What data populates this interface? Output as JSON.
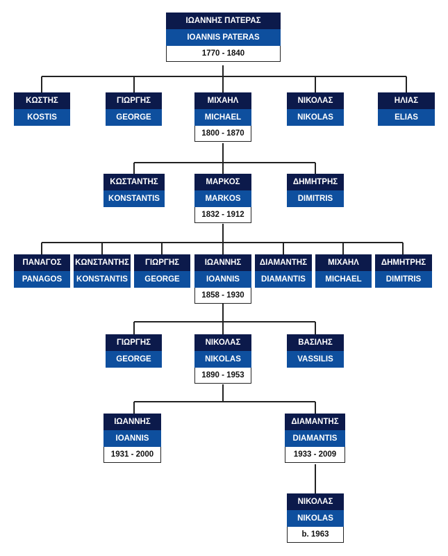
{
  "tree": {
    "root": {
      "greek": "ΙΩΑΝΝΗΣ ΠΑΤΕΡΑΣ",
      "english": "IOANNIS PATERAS",
      "dates": "1770 - 1840"
    },
    "gen1": [
      {
        "greek": "ΚΩΣΤΗΣ",
        "english": "KOSTIS"
      },
      {
        "greek": "ΓΙΩΡΓΗΣ",
        "english": "GEORGE"
      },
      {
        "greek": "ΜΙΧΑΗΛ",
        "english": "MICHAEL",
        "dates": "1800 - 1870"
      },
      {
        "greek": "ΝΙΚΟΛΑΣ",
        "english": "NIKOLAS"
      },
      {
        "greek": "ΗΛΙΑΣ",
        "english": "ELIAS"
      }
    ],
    "gen2": [
      {
        "greek": "ΚΩΣΤΑΝΤΗΣ",
        "english": "KONSTANTIS"
      },
      {
        "greek": "ΜΑΡΚΟΣ",
        "english": "MARKOS",
        "dates": "1832 - 1912"
      },
      {
        "greek": "ΔΗΜΗΤΡΗΣ",
        "english": "DIMITRIS"
      }
    ],
    "gen3": [
      {
        "greek": "ΠΑΝΑΓΟΣ",
        "english": "PANAGOS"
      },
      {
        "greek": "ΚΩΝΣΤΑΝΤΗΣ",
        "english": "KONSTANTIS"
      },
      {
        "greek": "ΓΙΩΡΓΗΣ",
        "english": "GEORGE"
      },
      {
        "greek": "ΙΩΑΝΝΗΣ",
        "english": "IOANNIS",
        "dates": "1858 - 1930"
      },
      {
        "greek": "ΔΙΑΜΑΝΤΗΣ",
        "english": "DIAMANTIS"
      },
      {
        "greek": "ΜΙΧΑΗΛ",
        "english": "MICHAEL"
      },
      {
        "greek": "ΔΗΜΗΤΡΗΣ",
        "english": "DIMITRIS"
      }
    ],
    "gen4": [
      {
        "greek": "ΓΙΩΡΓΗΣ",
        "english": "GEORGE"
      },
      {
        "greek": "ΝΙΚΟΛΑΣ",
        "english": "NIKOLAS",
        "dates": "1890 - 1953"
      },
      {
        "greek": "ΒΑΣΙΛΗΣ",
        "english": "VASSILIS"
      }
    ],
    "gen5": [
      {
        "greek": "ΙΩΑΝΝΗΣ",
        "english": "IOANNIS",
        "dates": "1931 - 2000"
      },
      {
        "greek": "ΔΙΑΜΑΝΤΗΣ",
        "english": "DIAMANTIS",
        "dates": "1933 - 2009"
      }
    ],
    "gen6": [
      {
        "greek": "ΝΙΚΟΛΑΣ",
        "english": "NIKOLAS",
        "dates": "b. 1963"
      }
    ]
  },
  "colors": {
    "greek_band": "#0c1a4b",
    "english_band": "#0e4f9e",
    "line": "#222222"
  }
}
